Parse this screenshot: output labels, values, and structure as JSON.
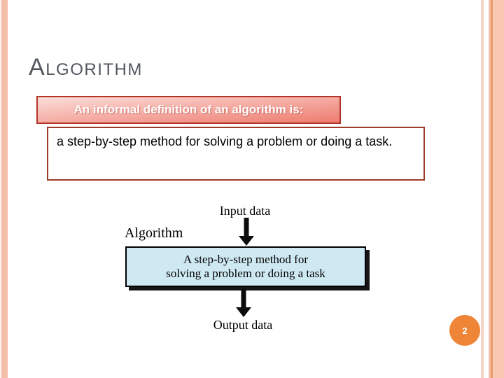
{
  "colors": {
    "accent_red": "#a93a28",
    "header_grad_start": "#fbdeda",
    "header_grad_end": "#ee7b6e",
    "title_gray": "#51575e",
    "diagram_box_fill": "#cfe9f2",
    "badge_orange": "#ef8536",
    "stripe_salmon": "#f3bfa9",
    "stripe_light": "#f7d3c6",
    "stripe_orange": "#e99c6e",
    "stripe_wide": "#f9c7b2",
    "stripe_faint": "#fdf3ee"
  },
  "slide": {
    "title_first_letter": "A",
    "title_rest": "LGORITHM",
    "page_number": "2"
  },
  "definition": {
    "header": "An informal definition of an algorithm is:",
    "body": "a step-by-step method for solving a problem or doing a task."
  },
  "diagram": {
    "input_label": "Input data",
    "process_label": "Algorithm",
    "process_box_line1": "A step-by-step method for",
    "process_box_line2": "solving a problem or doing a task",
    "output_label": "Output data"
  }
}
